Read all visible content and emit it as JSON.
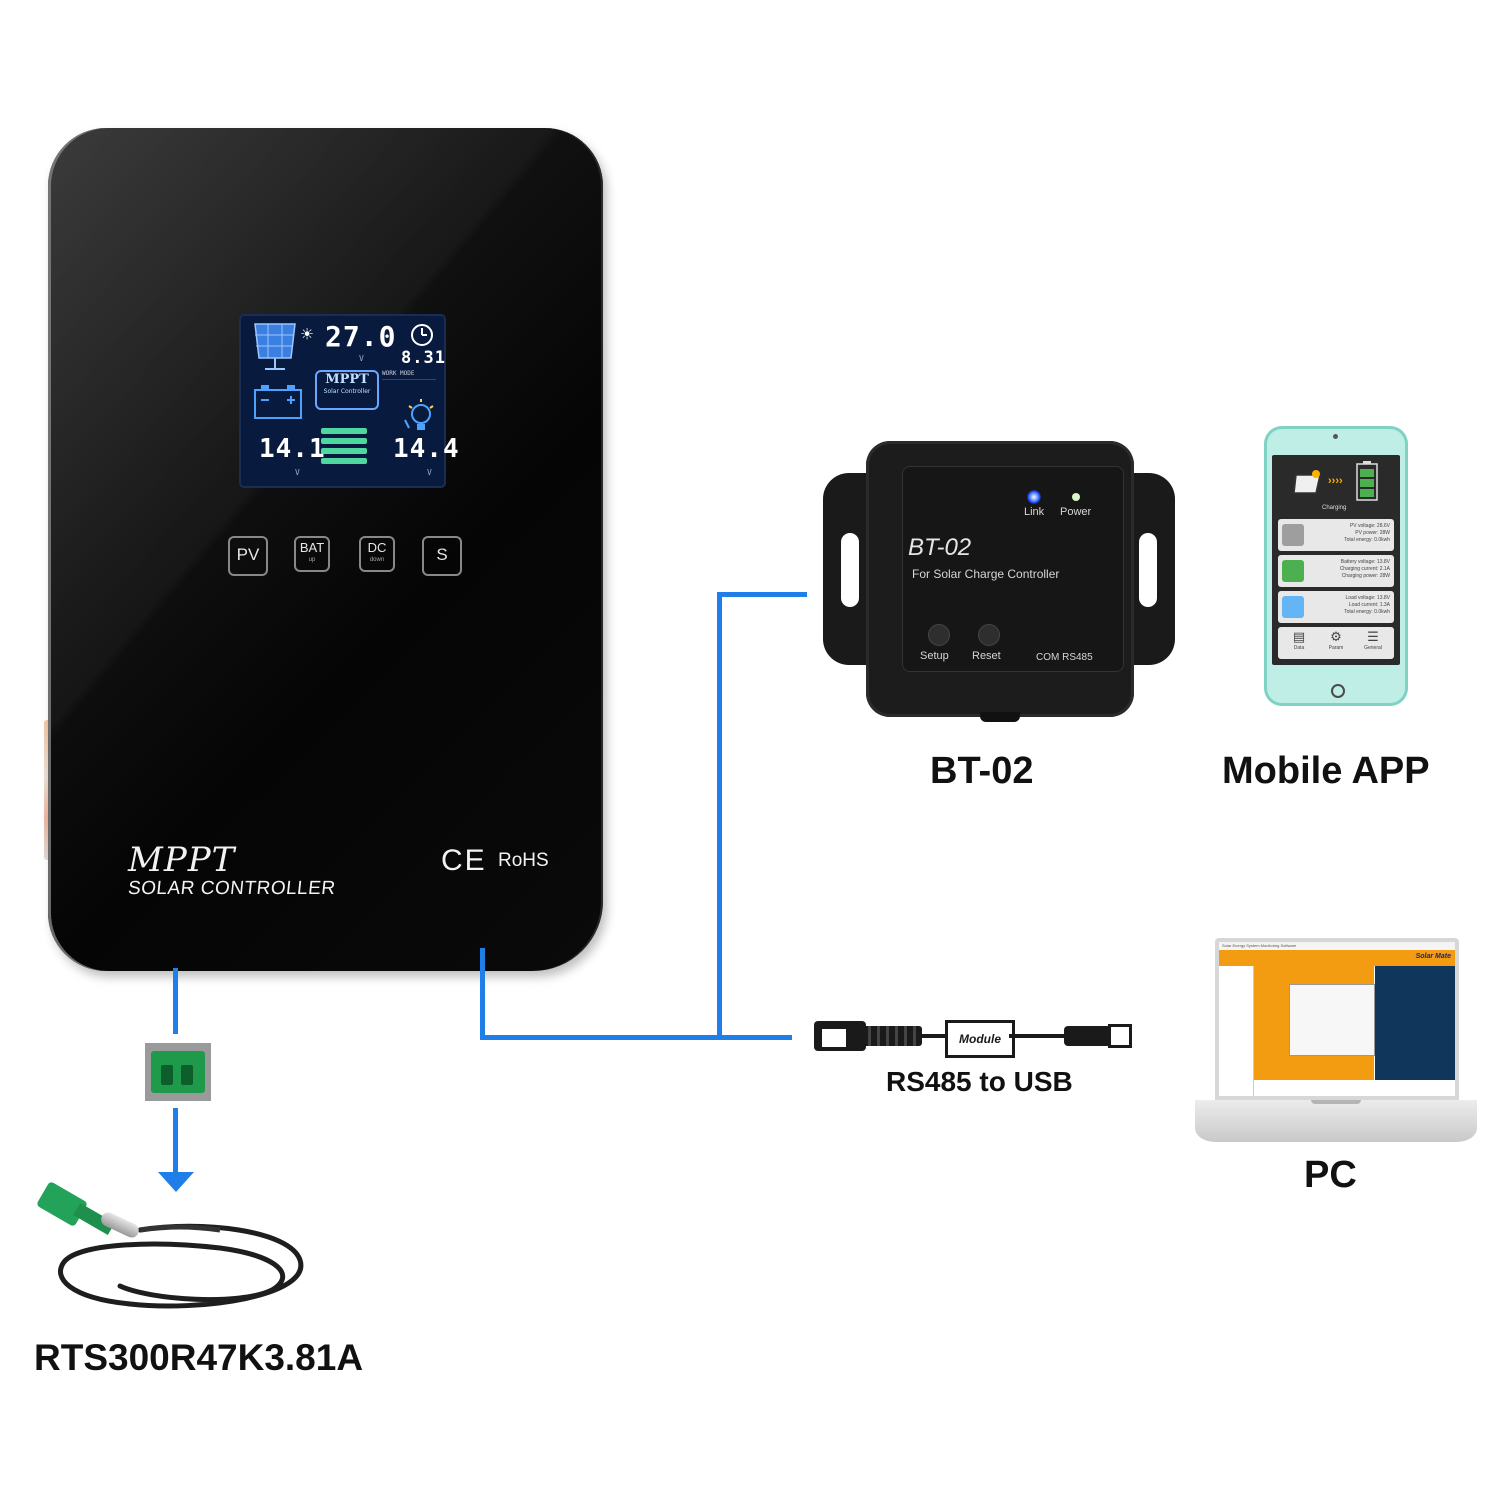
{
  "colors": {
    "wire": "#1f7ee8",
    "controller_body": "#0b0b0b",
    "lcd_background": "#081a3d",
    "label_text": "#111111"
  },
  "controller": {
    "lcd": {
      "pv_voltage": "27.0",
      "pv_unit": "V",
      "clock": "8.31",
      "mppt_label": "MPPT",
      "mppt_sub": "Solar Controller",
      "work_mode": "WORK MODE",
      "battery_voltage": "14.1",
      "battery_unit": "V",
      "load_voltage": "14.4",
      "load_unit": "V"
    },
    "keys": {
      "pv": "PV",
      "bat": "BAT",
      "bat_sub": "up",
      "dc": "DC",
      "dc_sub": "down",
      "s": "S"
    },
    "brand": "MPPT",
    "brand_sub": "SOLAR CONTROLLER",
    "ce": "CE",
    "rohs": "RoHS"
  },
  "bt02": {
    "link_label": "Link",
    "power_label": "Power",
    "model": "BT-02",
    "subtitle": "For Solar Charge Controller",
    "setup_label": "Setup",
    "reset_label": "Reset",
    "com_label": "COM RS485",
    "caption": "BT-02"
  },
  "mobile": {
    "caption": "Mobile APP",
    "status": "Charging",
    "cards": [
      {
        "lines": [
          "PV voltage: 28.6V",
          "PV power: 28W",
          "Total energy: 0.0kwh"
        ]
      },
      {
        "lines": [
          "Battery voltage: 13.8V",
          "Charging current: 2.1A",
          "Charging power: 28W"
        ]
      },
      {
        "lines": [
          "Load voltage: 13.8V",
          "Load current: 1.3A",
          "Total energy: 0.0kwh"
        ]
      }
    ],
    "tabs": [
      "Data",
      "Param",
      "General"
    ]
  },
  "usb": {
    "module_label": "Module",
    "caption": "RS485 to USB"
  },
  "pc": {
    "caption": "PC",
    "window_title": "Solar Energy System Monitoring Software",
    "brand": "Solar Mate"
  },
  "sensor": {
    "caption": "RTS300R47K3.81A"
  }
}
